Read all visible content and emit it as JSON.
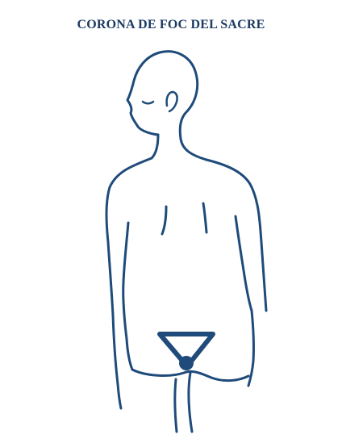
{
  "illustration": {
    "title": "CORONA DE FOC DEL SACRE",
    "colors": {
      "ink": "#1f4b7a",
      "title": "#1b3a63",
      "paper": "#ffffff"
    },
    "icons": {
      "figure": "human-back-figure",
      "symbol": "downward-triangle-with-dot"
    }
  }
}
